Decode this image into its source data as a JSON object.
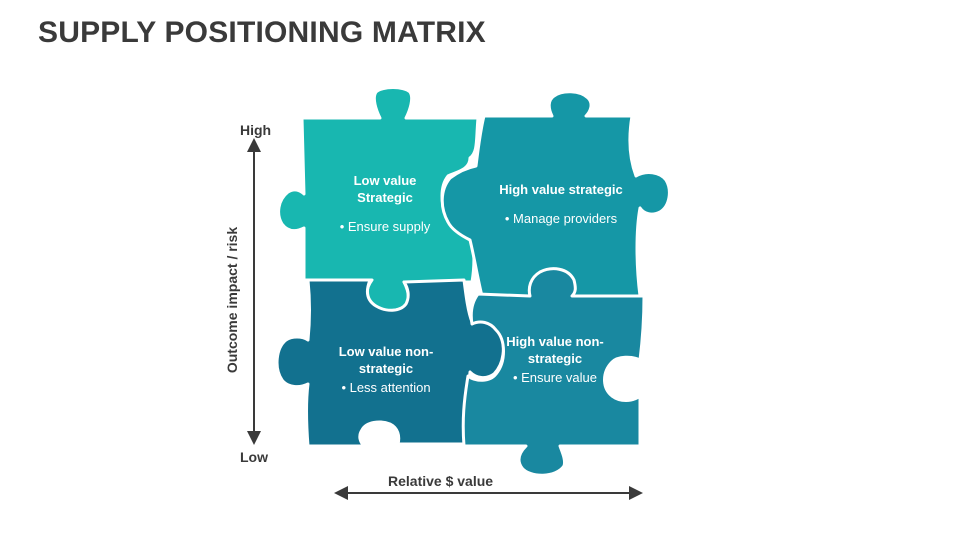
{
  "title": "SUPPLY POSITIONING MATRIX",
  "y_axis": {
    "high": "High",
    "low": "Low",
    "label": "Outcome impact / risk"
  },
  "x_axis": {
    "label": "Relative $ value"
  },
  "quadrants": [
    {
      "heading": "Low value Strategic",
      "bullet": "• Ensure supply",
      "color": "#18b7b0"
    },
    {
      "heading": "High value strategic",
      "bullet": "• Manage providers",
      "color": "#1597a6"
    },
    {
      "heading": "Low value non-strategic",
      "bullet": "•    Less attention",
      "color": "#12718f"
    },
    {
      "heading": "High value non-strategic",
      "bullet": "• Ensure value",
      "color": "#1988a0"
    }
  ]
}
